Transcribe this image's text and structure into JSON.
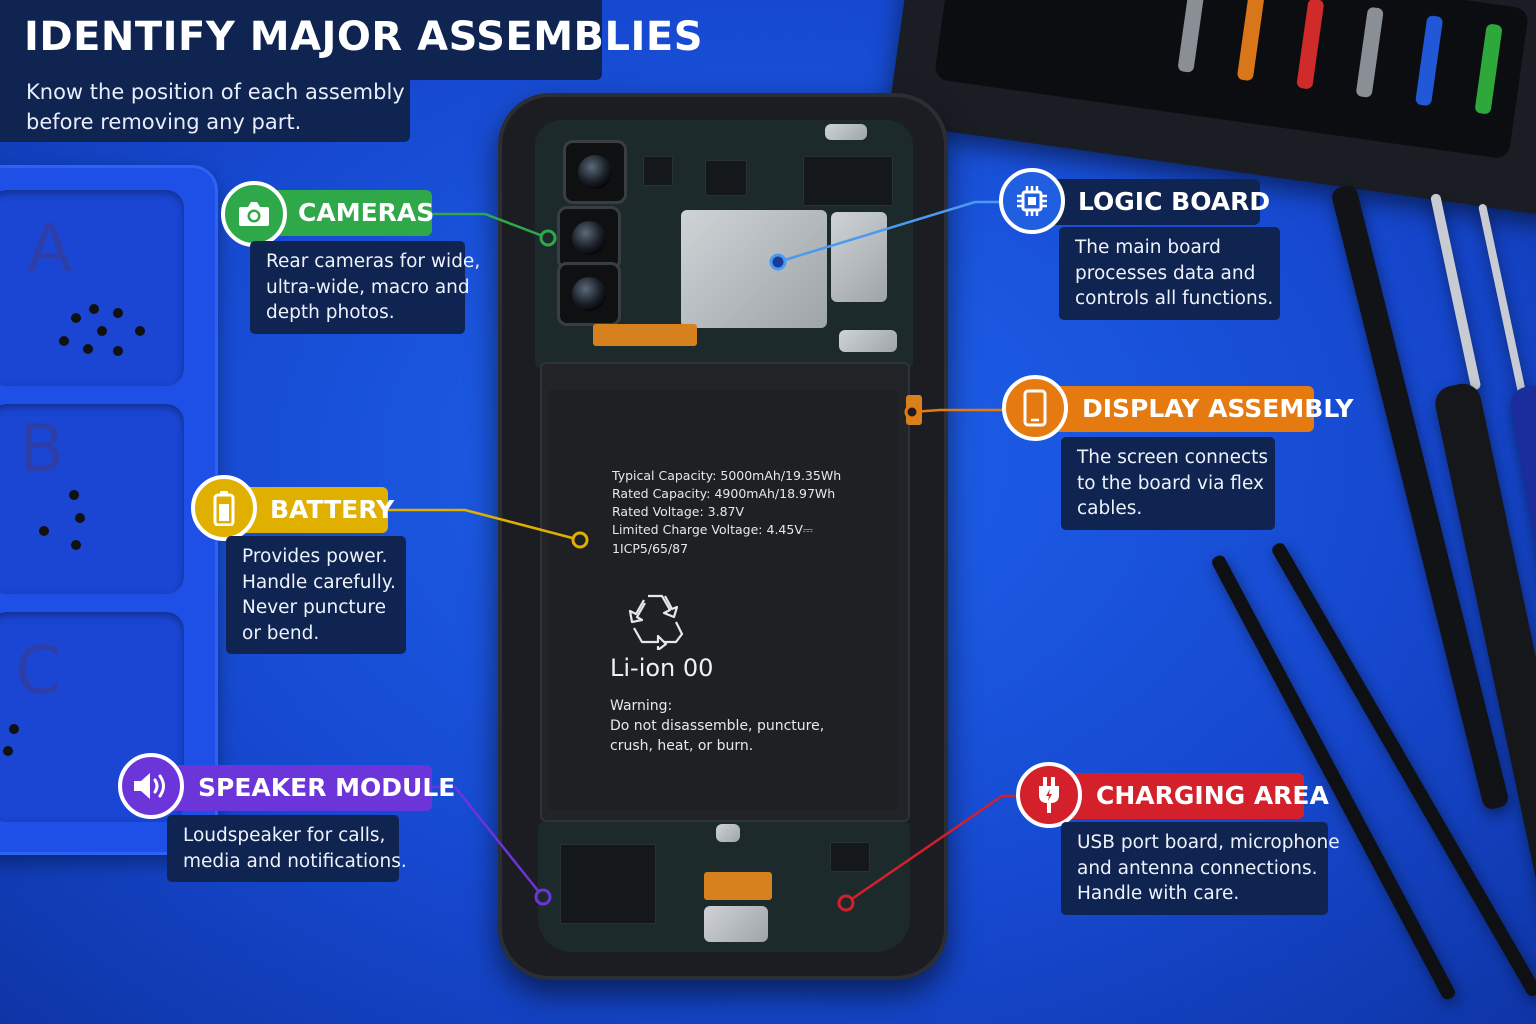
{
  "header": {
    "title": "IDENTIFY MAJOR ASSEMBLIES",
    "subtitle_line1": "Know the position of each assembly",
    "subtitle_line2": "before removing any part."
  },
  "tray": {
    "letters": [
      "A",
      "B",
      "C"
    ]
  },
  "battery_label": {
    "lines": [
      "Typical Capacity: 5000mAh/19.35Wh",
      "Rated Capacity: 4900mAh/18.97Wh",
      "Rated Voltage: 3.87V",
      "Limited Charge Voltage: 4.45V⎓",
      "1ICP5/65/87"
    ],
    "chemistry": "Li-ion 00",
    "warning_title": "Warning:",
    "warning_line1": "Do not disassemble, puncture,",
    "warning_line2": "crush, heat, or burn."
  },
  "callouts": {
    "cameras": {
      "title": "CAMERAS",
      "icon": "camera-icon",
      "color": "#2fa84a",
      "lines": [
        "Rear cameras for wide,",
        "ultra-wide, macro and",
        "depth photos."
      ]
    },
    "battery": {
      "title": "BATTERY",
      "icon": "battery-icon",
      "color": "#e0b000",
      "lines": [
        "Provides power.",
        "Handle carefully.",
        "Never puncture",
        "or bend."
      ]
    },
    "speaker": {
      "title": "SPEAKER MODULE",
      "icon": "speaker-icon",
      "color": "#6b35d9",
      "lines": [
        "Loudspeaker for calls,",
        "media and notifications."
      ]
    },
    "logic_board": {
      "title": "LOGIC BOARD",
      "icon": "chip-icon",
      "color": "#1f5fe0",
      "lines": [
        "The main board",
        "processes data and",
        "controls all functions."
      ]
    },
    "display": {
      "title": "DISPLAY ASSEMBLY",
      "icon": "smartphone-icon",
      "color": "#e57a10",
      "lines": [
        "The screen connects",
        "to the board via flex",
        "cables."
      ]
    },
    "charging": {
      "title": "CHARGING AREA",
      "icon": "plug-icon",
      "color": "#d3202a",
      "lines": [
        "USB port board, microphone",
        "and antenna connections.",
        "Handle with care."
      ]
    }
  }
}
